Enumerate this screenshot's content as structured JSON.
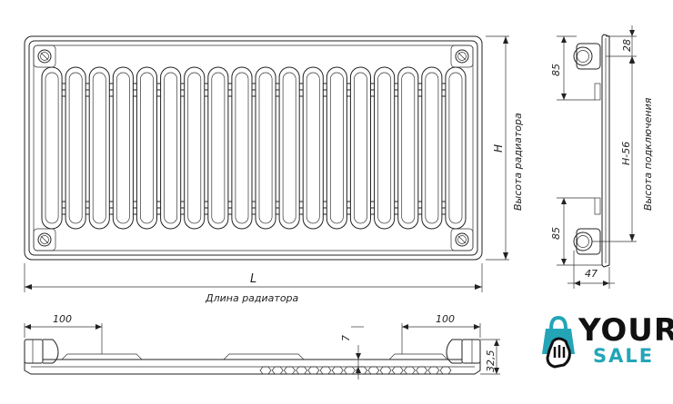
{
  "front_view": {
    "width_label": "L",
    "width_caption": "Длина радиатора",
    "height_label": "H",
    "height_caption": "Высота радиатора",
    "tube_count": 18
  },
  "side_view": {
    "top_offset": "28",
    "upper_spacing": "85",
    "lower_spacing": "85",
    "connection_label": "H-56",
    "connection_caption": "Высота подключения",
    "depth": "47"
  },
  "bottom_view": {
    "left_offset": "100",
    "right_offset": "100",
    "gap": "7",
    "height": "32,5"
  },
  "logo": {
    "word1": "YOUR",
    "word2": "SALE",
    "brand_color": "#23a5b7"
  }
}
